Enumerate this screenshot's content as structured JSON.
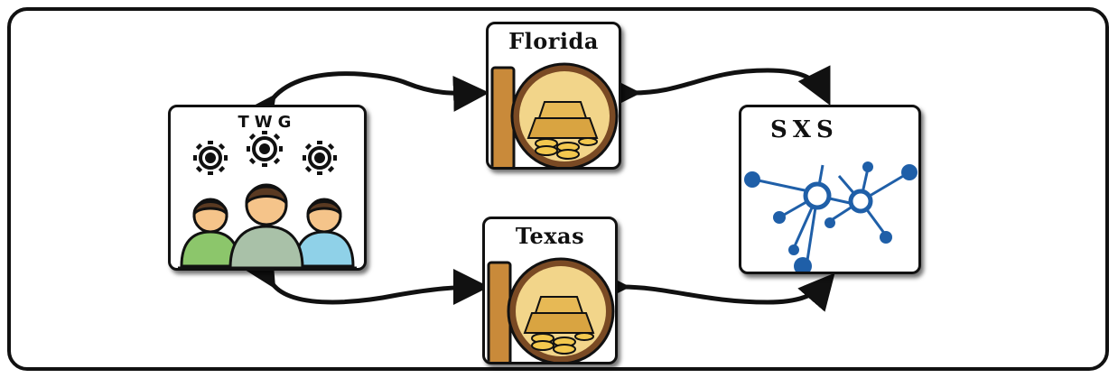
{
  "nodes": {
    "twg": {
      "label": "TWG"
    },
    "florida": {
      "label": "Florida"
    },
    "texas": {
      "label": "Texas"
    },
    "sxs": {
      "label": "SXS"
    }
  },
  "colors": {
    "border": "#111111",
    "vault_gold": "#F2D58A",
    "vault_rim": "#7A4A24",
    "network_blue": "#1F5FA8",
    "person_green": "#8CC66B",
    "person_gray": "#A9C1A8",
    "person_blue": "#8FD1E8",
    "skin": "#F5C48A"
  },
  "icons": {
    "twg": "team-gears-icon",
    "florida": "vault-gold-icon",
    "texas": "vault-gold-icon",
    "sxs": "network-nodes-icon"
  }
}
